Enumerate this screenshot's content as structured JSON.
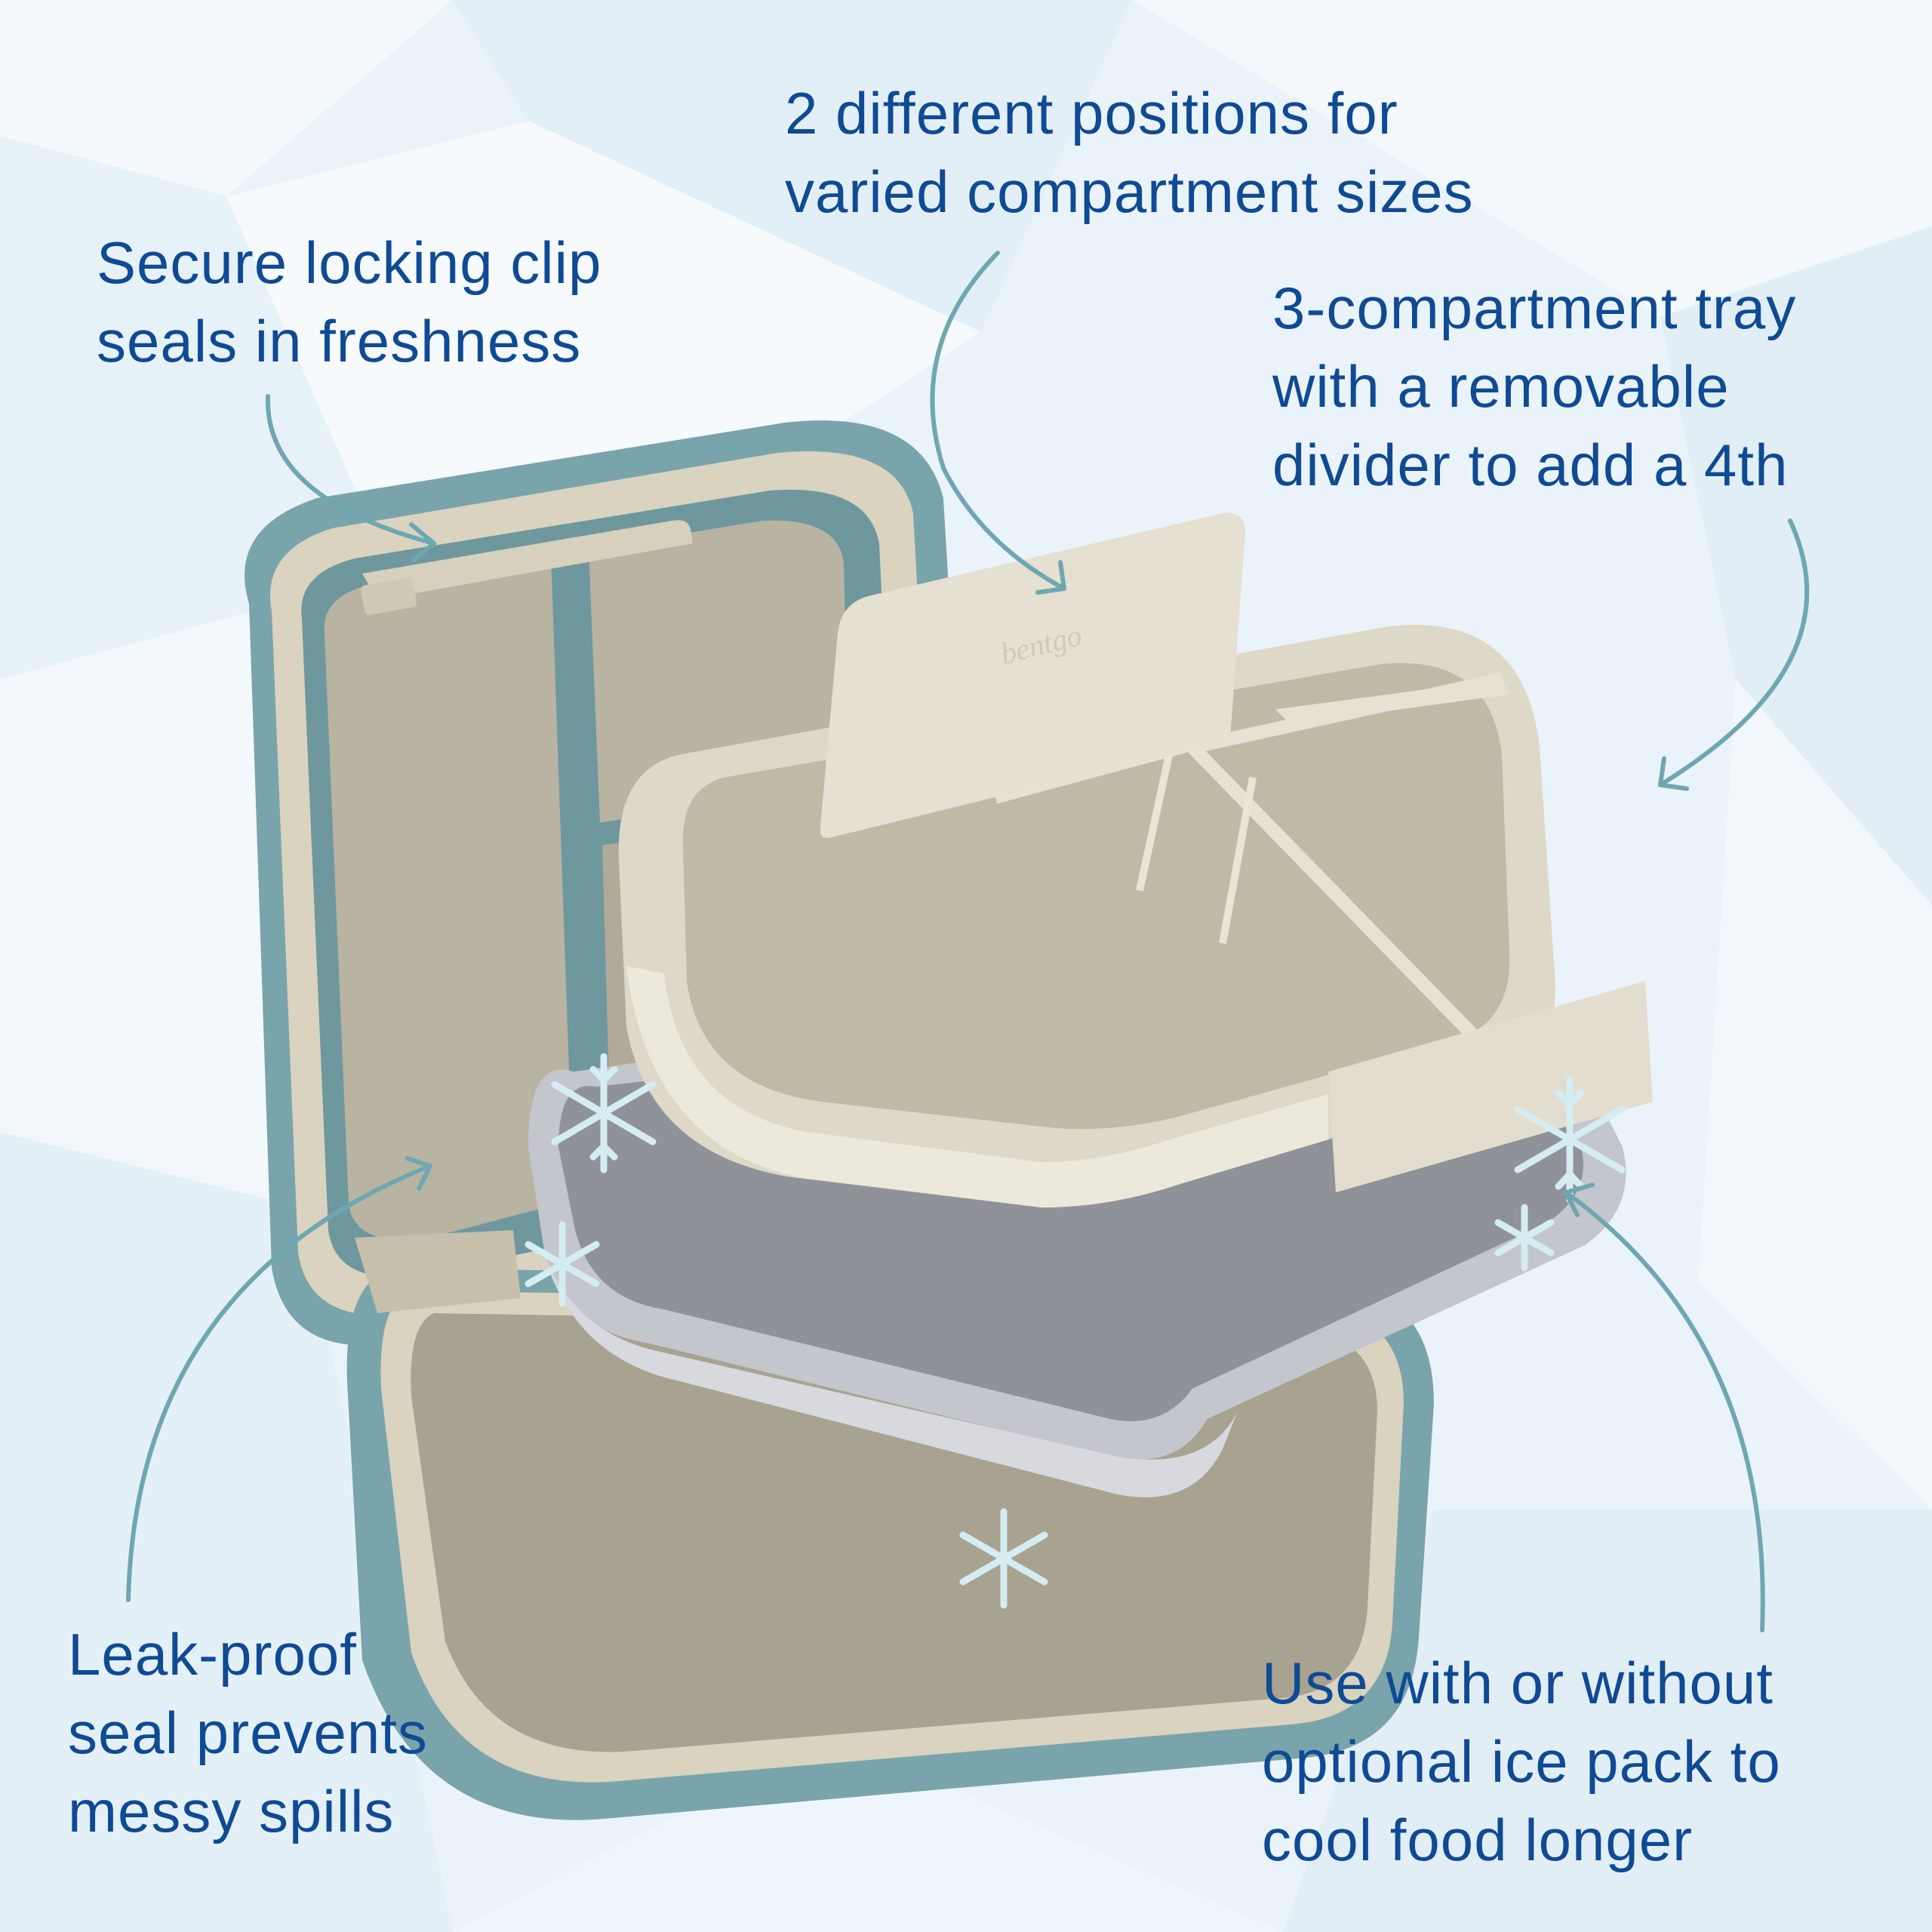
{
  "colors": {
    "text": "#0f4a94",
    "arrow": "#6ea7b2",
    "background": "#eaf3f9",
    "lunchbox_shell": "#7aa4ab",
    "lunchbox_interior": "#b8b3a0",
    "tray": "#ddd8c8",
    "ice_pack": "#b9bcc2",
    "snowflake": "#d6ecf3"
  },
  "brand_mark": "bentgo",
  "callouts": [
    {
      "id": "divider-positions",
      "lines": [
        "2 different positions for",
        "varied compartment sizes"
      ]
    },
    {
      "id": "locking-clip",
      "lines": [
        "Secure locking clip",
        "seals in freshness"
      ]
    },
    {
      "id": "compartment-tray",
      "lines": [
        "3-compartment tray",
        "with a removable",
        "divider to add a 4th"
      ]
    },
    {
      "id": "leak-proof",
      "lines": [
        "Leak-proof",
        "seal prevents",
        "messy spills"
      ]
    },
    {
      "id": "ice-pack",
      "lines": [
        "Use with or without",
        "optional ice pack to",
        "cool food longer"
      ]
    }
  ]
}
